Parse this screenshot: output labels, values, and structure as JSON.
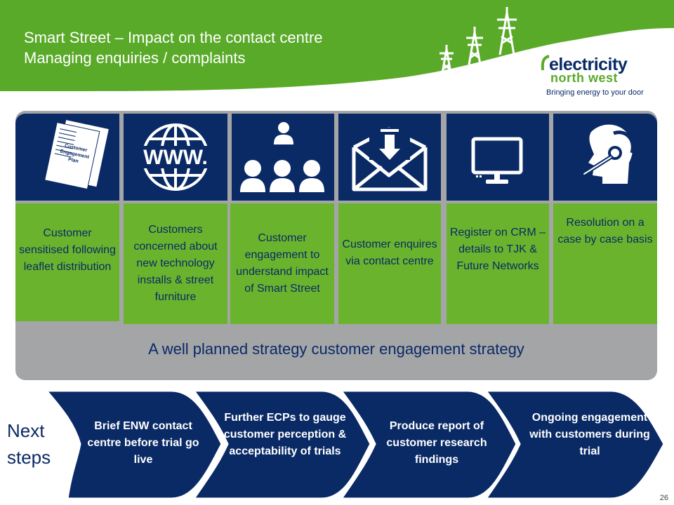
{
  "header": {
    "title_line1": "Smart Street – Impact on the contact centre",
    "title_line2": "Managing enquiries / complaints"
  },
  "logo": {
    "word1": "electricity",
    "word2": "north west",
    "tagline": "Bringing energy to your door"
  },
  "tiles": [
    {
      "icon": "leaflet-icon",
      "icon_text": [
        "Customer",
        "Engagement",
        "Plan"
      ],
      "text": "Customer sensitised following leaflet distribution"
    },
    {
      "icon": "globe-www-icon",
      "icon_text": [
        "WWW."
      ],
      "text": "Customers concerned about new technology installs & street furniture"
    },
    {
      "icon": "people-icon",
      "text": "Customer engagement to understand impact of Smart Street"
    },
    {
      "icon": "envelope-icon",
      "text": "Customer enquires via contact centre"
    },
    {
      "icon": "monitor-icon",
      "text": "Register on CRM – details to TJK & Future Networks"
    },
    {
      "icon": "headset-icon",
      "text": "Resolution on a case by case basis"
    }
  ],
  "strategy_text": "A well planned strategy customer engagement strategy",
  "next_steps_label": [
    "Next",
    "steps"
  ],
  "steps": [
    "Brief ENW contact centre before trial go live",
    "Further ECPs to gauge customer perception & acceptability of trials",
    "Produce report of customer research findings",
    "Ongoing engagement with customers during trial"
  ],
  "page_number": "26",
  "colors": {
    "navy": "#0a2a66",
    "green": "#6ab42d",
    "header_green": "#5aaa2a",
    "grey": "#a4a5a7"
  }
}
